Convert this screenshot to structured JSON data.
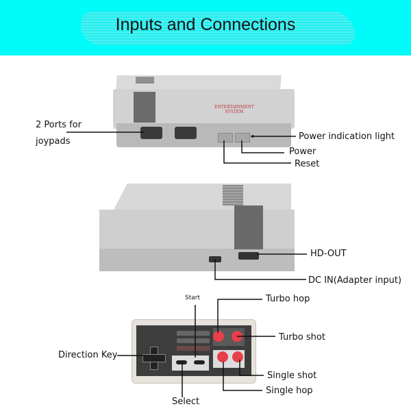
{
  "header": {
    "title": "Inputs and Connections"
  },
  "console_front": {
    "logo_text_line1": "ENTERTAINMENT",
    "logo_text_line2": "SYSTEM",
    "labels": {
      "ports_line1": "2 Ports for",
      "ports_line2": "joypads",
      "power_light": "Power indication light",
      "power": "Power",
      "reset": "Reset"
    }
  },
  "console_back": {
    "labels": {
      "hd_out": "HD-OUT",
      "dc_in": "DC IN(Adapter input)"
    }
  },
  "controller": {
    "labels": {
      "start": "Start",
      "select": "Select",
      "direction_key": "Direction Key",
      "turbo_hop": "Turbo hop",
      "turbo_shot": "Turbo shot",
      "single_shot": "Single shot",
      "single_hop": "Single hop"
    }
  },
  "colors": {
    "banner": "#00fbfb",
    "button_red": "#e8404a"
  }
}
